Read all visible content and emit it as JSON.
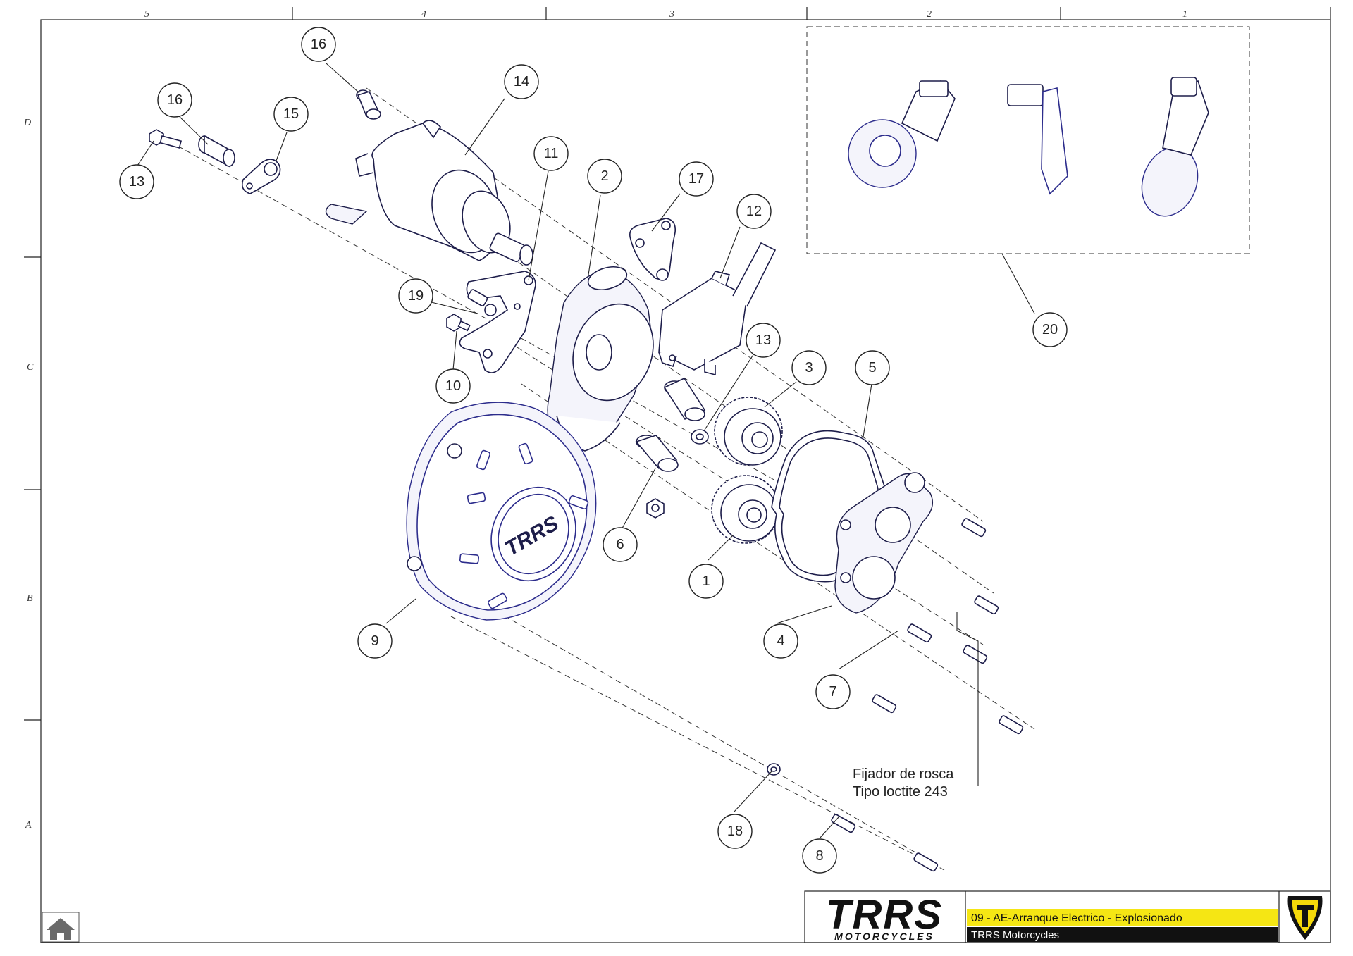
{
  "zones": {
    "columns": [
      "5",
      "4",
      "3",
      "2",
      "1"
    ],
    "rows": [
      "D",
      "C",
      "B",
      "A"
    ]
  },
  "callouts": {
    "c1": "1",
    "c2": "2",
    "c3": "3",
    "c4": "4",
    "c5": "5",
    "c6": "6",
    "c7": "7",
    "c8": "8",
    "c9": "9",
    "c10": "10",
    "c11": "11",
    "c12": "12",
    "c13a": "13",
    "c13b": "13",
    "c14": "14",
    "c15": "15",
    "c16a": "16",
    "c16b": "16",
    "c17": "17",
    "c18": "18",
    "c19": "19",
    "c20": "20"
  },
  "note": {
    "line1": "Fijador de rosca",
    "line2": "Tipo loctite 243"
  },
  "cover_logo": "TRRS",
  "title_block": {
    "brand": "TRRS",
    "brand_sub": "MOTORCYCLES",
    "title": "09 - AE-Arranque Electrico - Explosionado",
    "company": "TRRS Motorcycles",
    "title_bar_color": "#f5e614",
    "company_bar_color": "#111111"
  },
  "colors": {
    "line": "#1d1d4a",
    "accent": "#2c2c8c",
    "logo_yellow": "#f5d90a"
  }
}
